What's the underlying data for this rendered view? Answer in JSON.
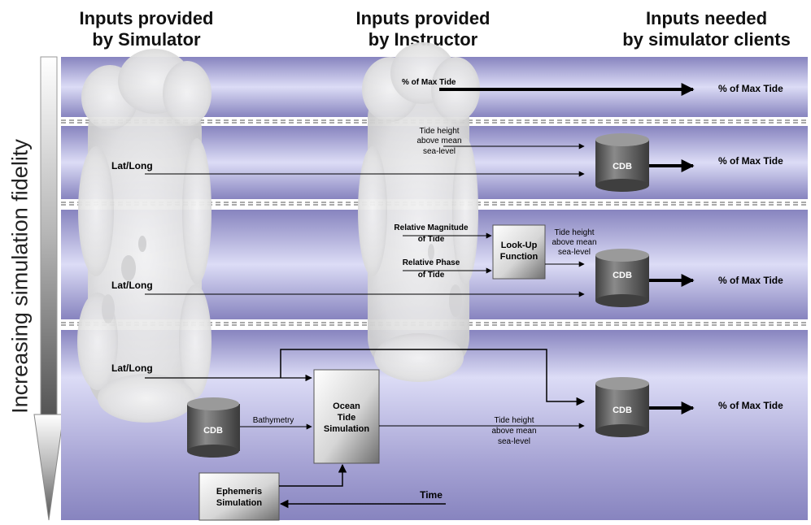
{
  "headers": {
    "simulator": [
      "Inputs provided",
      "by Simulator"
    ],
    "instructor": [
      "Inputs provided",
      "by Instructor"
    ],
    "clients": [
      "Inputs needed",
      "by simulator clients"
    ]
  },
  "axis_label": "Increasing simulation fidelity",
  "row1": {
    "input": "% of Max Tide",
    "output": "% of Max Tide"
  },
  "row2": {
    "tide_label": [
      "Tide height",
      "above mean",
      "sea-level"
    ],
    "latlong": "Lat/Long",
    "cdb": "CDB",
    "output": "% of Max Tide"
  },
  "row3": {
    "magnitude": [
      "Relative Magnitude",
      "of Tide"
    ],
    "phase": [
      "Relative Phase",
      "of Tide"
    ],
    "lookup": [
      "Look-Up",
      "Function"
    ],
    "tide_label": [
      "Tide height",
      "above mean",
      "sea-level"
    ],
    "latlong": "Lat/Long",
    "cdb": "CDB",
    "output": "% of Max Tide"
  },
  "row4": {
    "latlong": "Lat/Long",
    "cdb_source": "CDB",
    "bathymetry": "Bathymetry",
    "ocean": [
      "Ocean",
      "Tide",
      "Simulation"
    ],
    "tide_label": [
      "Tide height",
      "above mean",
      "sea-level"
    ],
    "cdb": "CDB",
    "output": "% of Max Tide",
    "ephemeris": [
      "Ephemeris",
      "Simulation"
    ],
    "time": "Time"
  },
  "colors": {
    "band_dark": "#8b88c2",
    "band_light": "#d8d8f4",
    "cloud": "#e6e6e6",
    "cylinder": "#6a6a6a",
    "arrow": "#000000"
  }
}
